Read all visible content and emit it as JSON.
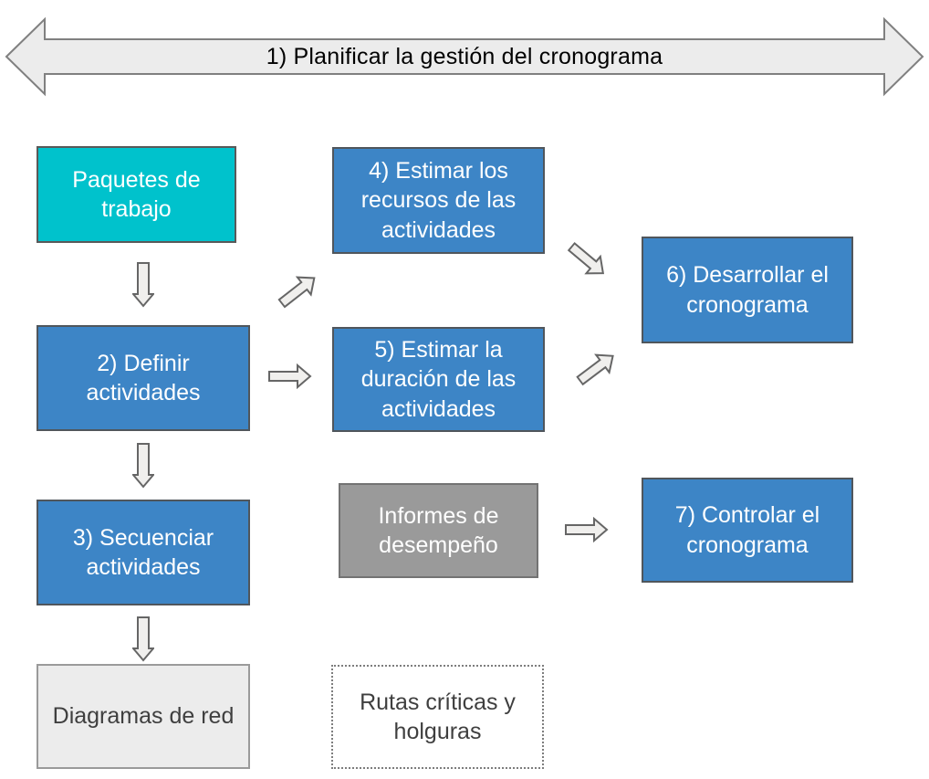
{
  "banner": {
    "label": "1) Planificar la gestión del cronograma"
  },
  "boxes": {
    "paquetes": {
      "label": "Paquetes de trabajo"
    },
    "definir": {
      "label": "2) Definir actividades"
    },
    "secuenciar": {
      "label": "3) Secuenciar actividades"
    },
    "diagramas": {
      "label": "Diagramas de red"
    },
    "estimar_recursos": {
      "label": "4) Estimar los recursos de las actividades"
    },
    "estimar_duracion": {
      "label": "5) Estimar la duración de las actividades"
    },
    "informes": {
      "label": "Informes de desempeño"
    },
    "rutas": {
      "label": "Rutas críticas y holguras"
    },
    "desarrollar": {
      "label": "6) Desarrollar el cronograma"
    },
    "controlar": {
      "label": "7) Controlar el cronograma"
    }
  },
  "icons": [
    "double-headed-arrow-icon",
    "arrow-down-icon",
    "arrow-right-icon",
    "arrow-up-right-icon",
    "arrow-down-right-icon"
  ],
  "colors": {
    "process_blue": "#3d85c6",
    "input_cyan": "#00c2cc",
    "input_gray": "#9a9a9a",
    "output_lightgray": "#ececec",
    "arrow_fill": "#f0efed",
    "arrow_border": "#666666",
    "banner_fill": "#ececec",
    "banner_border": "#808080",
    "dark_text": "#3f3f3f"
  }
}
